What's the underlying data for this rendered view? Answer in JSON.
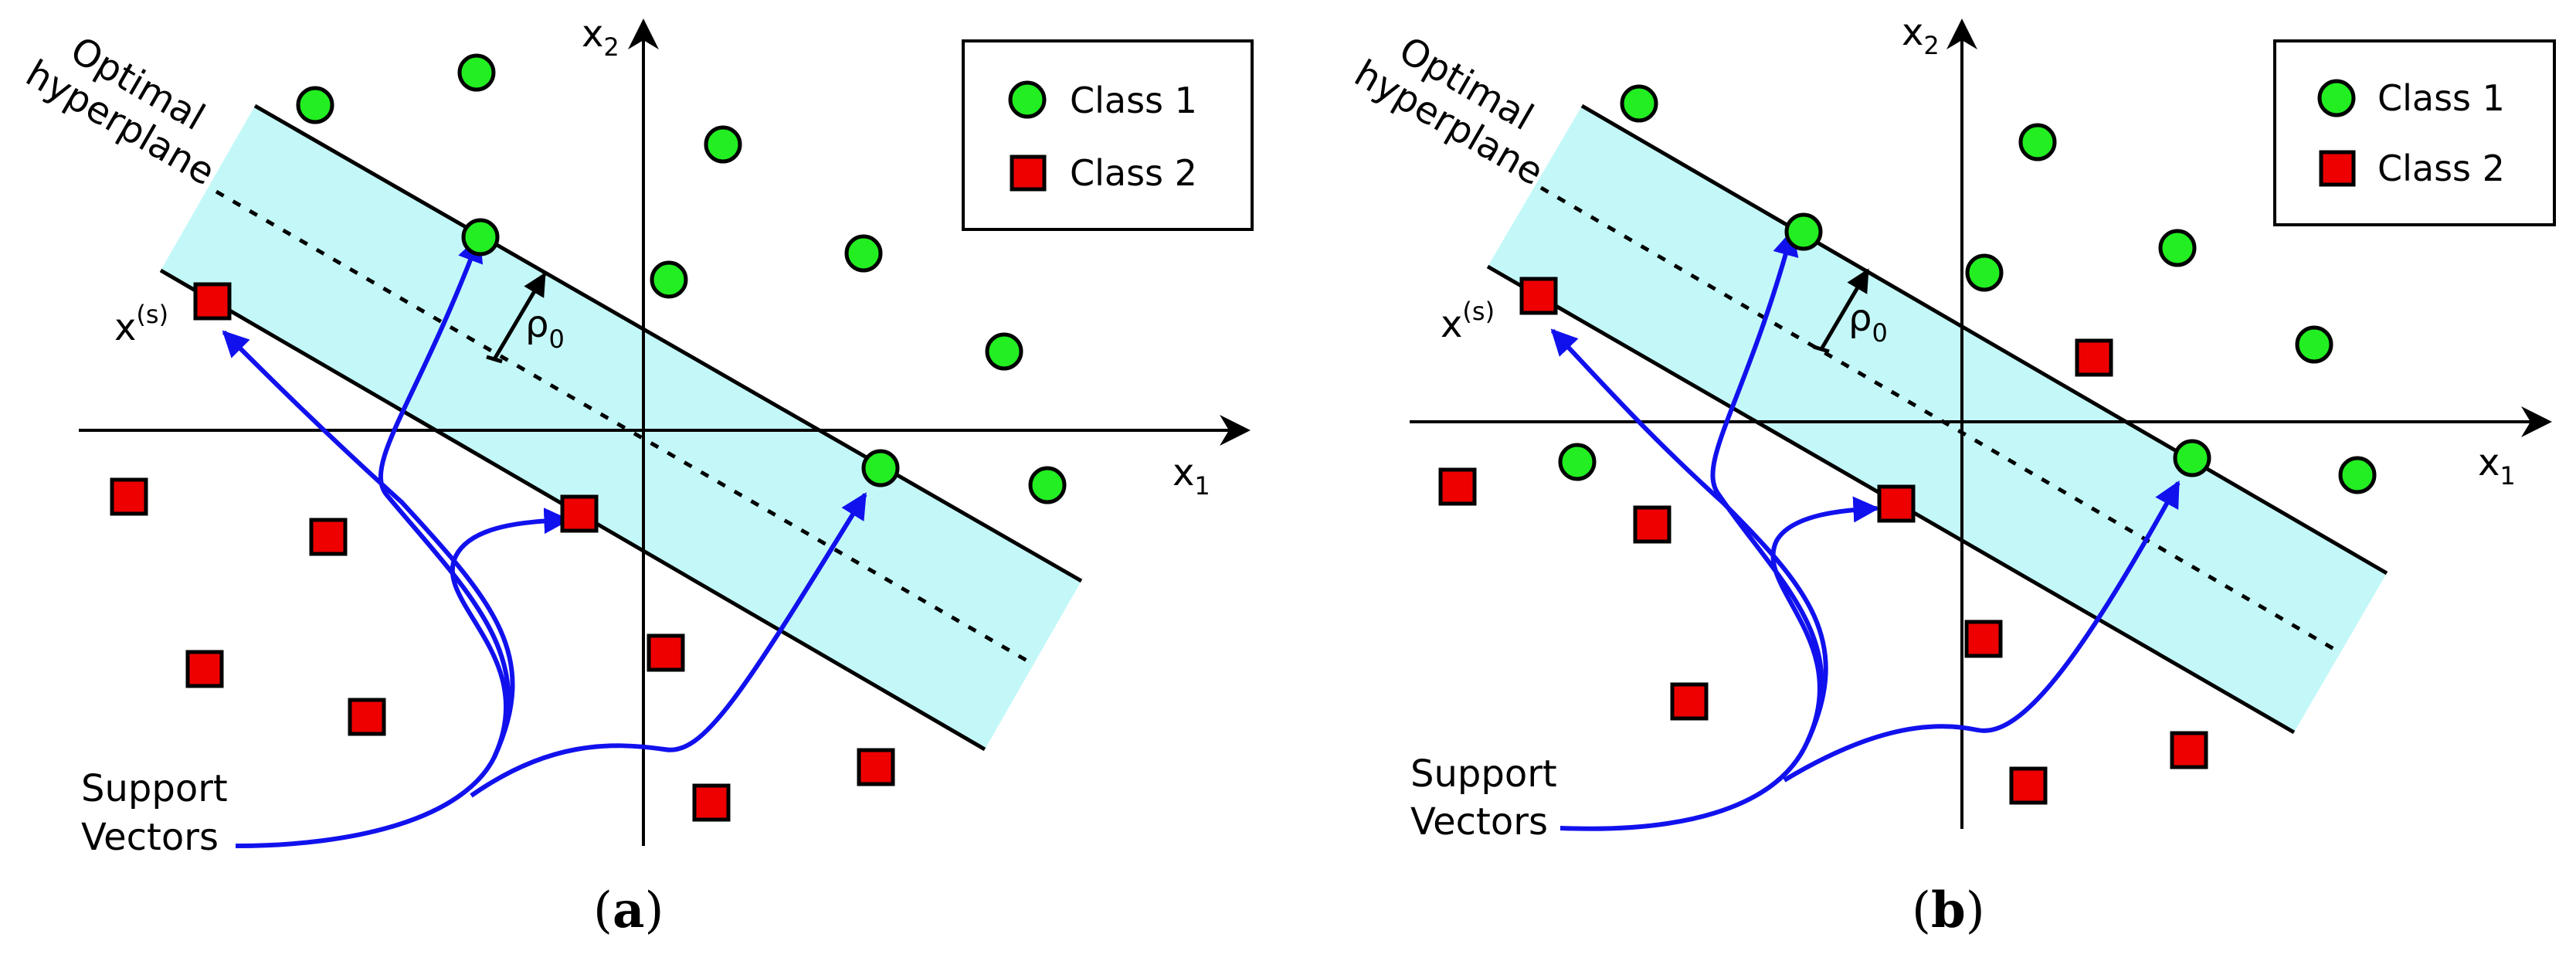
{
  "colors": {
    "class1": "#22ee22",
    "class2": "#ee0000",
    "margin_band": "#c4f8f8",
    "arrows": "#1111ee",
    "axes": "#000000"
  },
  "legend": {
    "class1": "Class 1",
    "class2": "Class 2"
  },
  "panels": [
    {
      "id": "a",
      "caption_open": "(",
      "caption_letter": "a",
      "caption_close": ")",
      "x_axis_label": "x",
      "x_axis_sub": "1",
      "y_axis_label": "x",
      "y_axis_sub": "2",
      "hyperplane_label_line1": "Optimal",
      "hyperplane_label_line2": "hyperplane",
      "support_point_label": "x",
      "support_point_sup": "(s)",
      "margin_label": "ρ",
      "margin_sub": "0",
      "support_vectors_line1": "Support",
      "support_vectors_line2": "Vectors"
    },
    {
      "id": "b",
      "caption_open": "(",
      "caption_letter": "b",
      "caption_close": ")",
      "x_axis_label": "x",
      "x_axis_sub": "1",
      "y_axis_label": "x",
      "y_axis_sub": "2",
      "hyperplane_label_line1": "Optimal",
      "hyperplane_label_line2": "hyperplane",
      "support_point_label": "x",
      "support_point_sup": "(s)",
      "margin_label": "ρ",
      "margin_sub": "0",
      "support_vectors_line1": "Support",
      "support_vectors_line2": "Vectors"
    }
  ]
}
